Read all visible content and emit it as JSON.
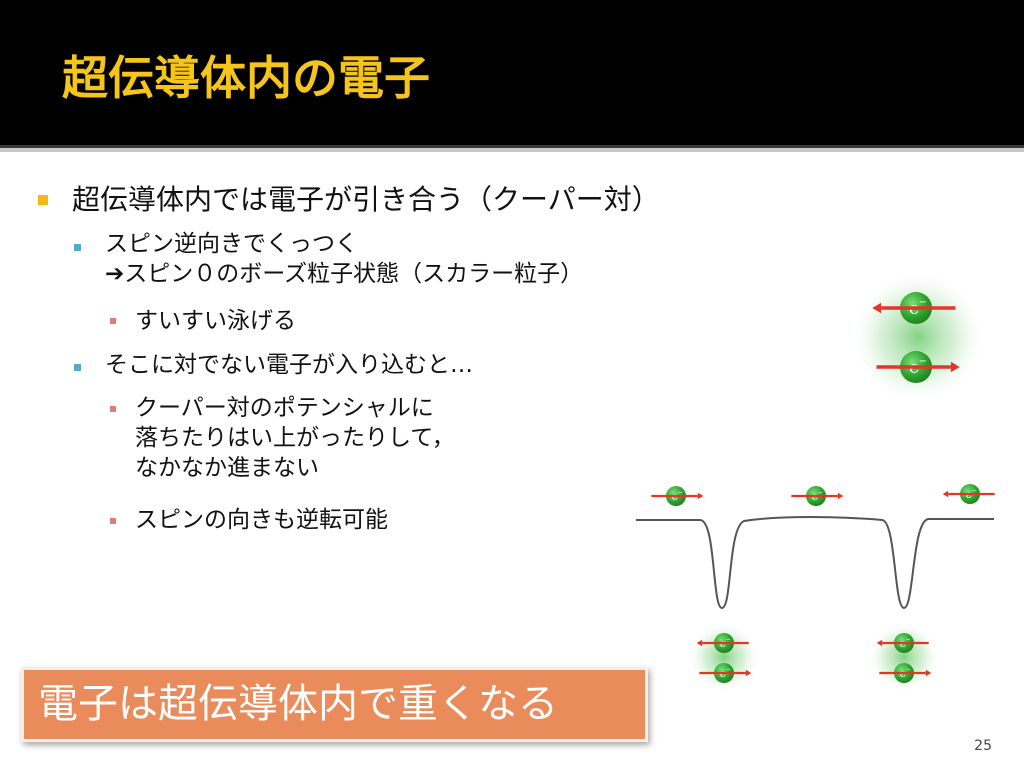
{
  "slide": {
    "title": "超伝導体内の電子",
    "bullets": [
      {
        "text": "超伝導体内では電子が引き合う（クーパー対）"
      },
      {
        "line1": "スピン逆向きでくっつく",
        "arrow": "➔",
        "line2": "スピン０のボーズ粒子状態（スカラー粒子）"
      },
      {
        "text": "すいすい泳げる"
      },
      {
        "text": "そこに対でない電子が入り込むと…"
      },
      {
        "line1": "クーパー対のポテンシャルに",
        "line2": "落ちたりはい上がったりして，",
        "line3": "なかなか進まない"
      },
      {
        "text": "スピンの向きも逆転可能"
      }
    ],
    "callout": "電子は超伝導体内で重くなる",
    "page_number": "25"
  },
  "figure": {
    "electron_label": "e",
    "charge": "−",
    "colors": {
      "electron": "#2fa52f",
      "arrow": "#e43526",
      "glow": "#7ed07e",
      "curve": "#555555"
    }
  }
}
